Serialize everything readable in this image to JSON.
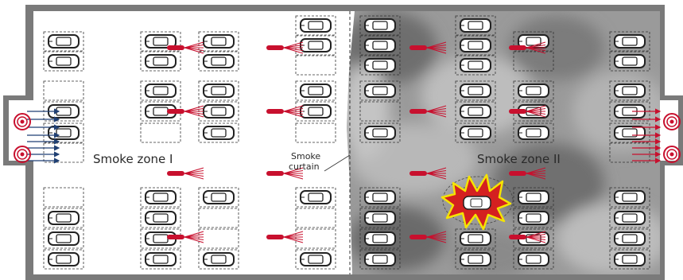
{
  "labels": {
    "zone_1": "Smoke zone I",
    "zone_2": "Smoke zone II",
    "curtain_line1": "Smoke",
    "curtain_line2": "curtain"
  },
  "colors": {
    "wall": "#7a7a7a",
    "floor": "#ffffff",
    "smoke": "#8c8c8c",
    "fan": "#c8102e",
    "airflow_in": "#1f3f73",
    "airflow_out": "#c8102e",
    "fire_fill": "#d42020",
    "fire_outline": "#f5e400",
    "slot_border": "#333333",
    "car": "#222222"
  },
  "icons": {
    "car": "car-top-view-icon",
    "jet_fan": "jet-fan-icon",
    "supply_fan": "supply-fan-icon",
    "exhaust_fan": "exhaust-fan-icon",
    "fire": "burning-car-icon"
  },
  "layout_summary": {
    "left_inlet_arrows": 8,
    "right_outlet_arrows": 8,
    "burning_cars": 1
  }
}
